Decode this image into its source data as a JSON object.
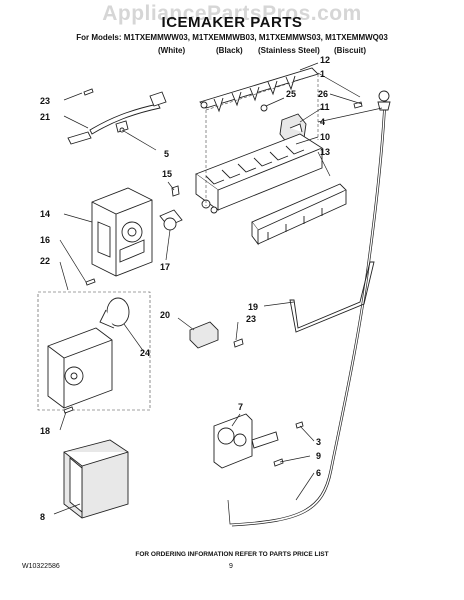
{
  "watermark": "AppliancePartsPros.com",
  "title": "ICEMAKER PARTS",
  "models_line": "For Models: M1TXEMMWW03, M1TXEMMWB03, M1TXEMMWS03, M1TXEMMWQ03",
  "variants": [
    "(White)",
    "(Black)",
    "(Stainless Steel)",
    "(Biscuit)"
  ],
  "footer": {
    "note": "FOR ORDERING INFORMATION REFER TO PARTS PRICE LIST",
    "doc_number": "W10322586",
    "page_number": "9"
  },
  "callouts": [
    "1",
    "3",
    "4",
    "5",
    "6",
    "7",
    "8",
    "9",
    "10",
    "11",
    "12",
    "13",
    "14",
    "15",
    "16",
    "17",
    "18",
    "19",
    "20",
    "21",
    "22",
    "23",
    "23",
    "23",
    "24",
    "25",
    "26"
  ]
}
